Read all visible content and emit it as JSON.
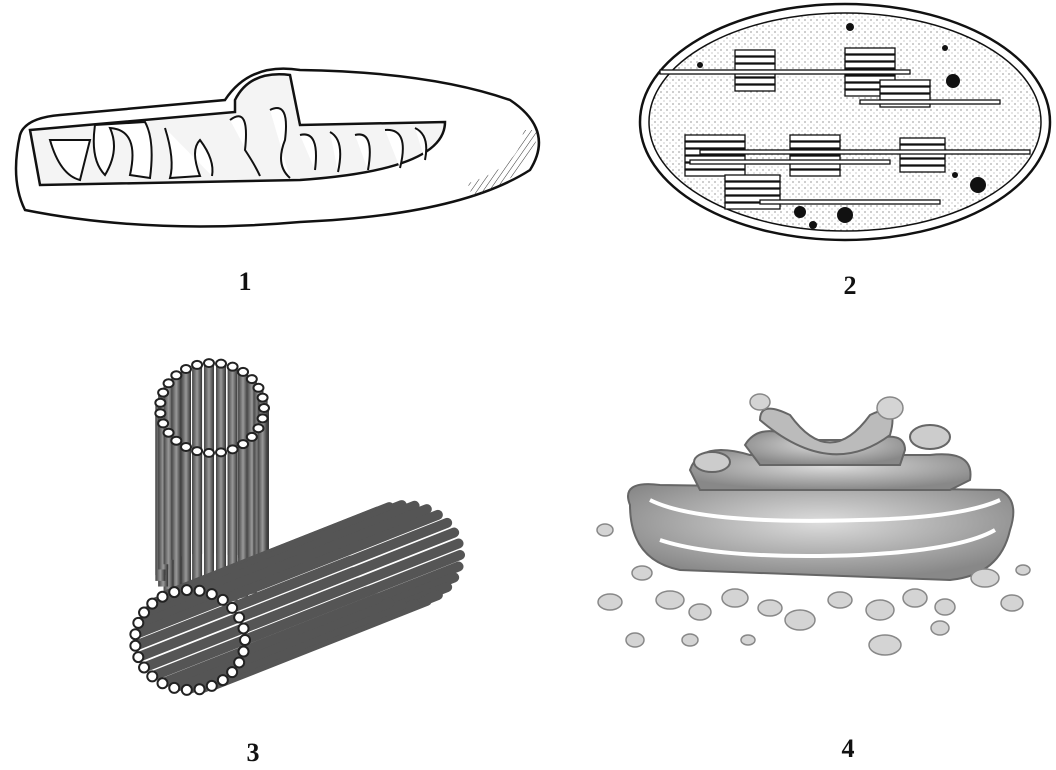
{
  "figures": [
    {
      "label": "1",
      "subject": "mitochondrion"
    },
    {
      "label": "2",
      "subject": "chloroplast"
    },
    {
      "label": "3",
      "subject": "centrioles"
    },
    {
      "label": "4",
      "subject": "golgi-apparatus"
    }
  ]
}
